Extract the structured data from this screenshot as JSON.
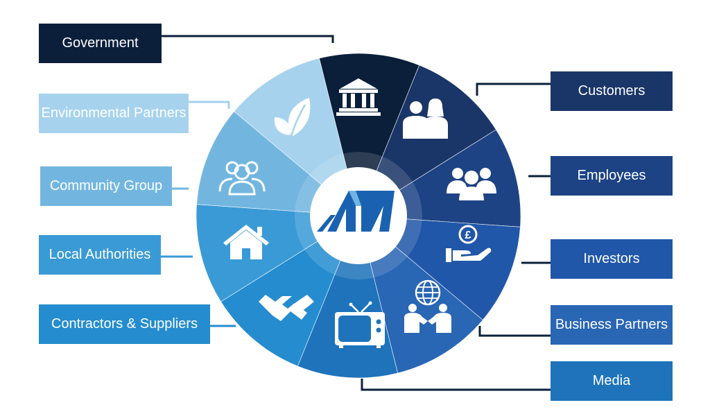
{
  "stakeholders": [
    {
      "label": "Government",
      "icon": "government-building-icon",
      "color": "#0b1f3a"
    },
    {
      "label": "Customers",
      "icon": "customers-people-icon",
      "color": "#1a3567"
    },
    {
      "label": "Employees",
      "icon": "employees-group-icon",
      "color": "#1d4384"
    },
    {
      "label": "Investors",
      "icon": "pound-hand-icon",
      "color": "#2157a8"
    },
    {
      "label": "Business Partners",
      "icon": "globe-handshake-icon",
      "color": "#2966b4"
    },
    {
      "label": "Media",
      "icon": "television-icon",
      "color": "#1e73bb"
    },
    {
      "label": "Contractors & Suppliers",
      "icon": "handshake-icon",
      "color": "#248ccf"
    },
    {
      "label": "Local Authorities",
      "icon": "house-icon",
      "color": "#3a9ad6"
    },
    {
      "label": "Community Group",
      "icon": "community-people-icon",
      "color": "#72b6e0"
    },
    {
      "label": "Environmental Partners",
      "icon": "leaf-icon",
      "color": "#a6d2ee"
    }
  ],
  "center": {
    "icon": "company-logo-icon",
    "color": "#1a62b0"
  },
  "connector_color": "#0b1f3a"
}
